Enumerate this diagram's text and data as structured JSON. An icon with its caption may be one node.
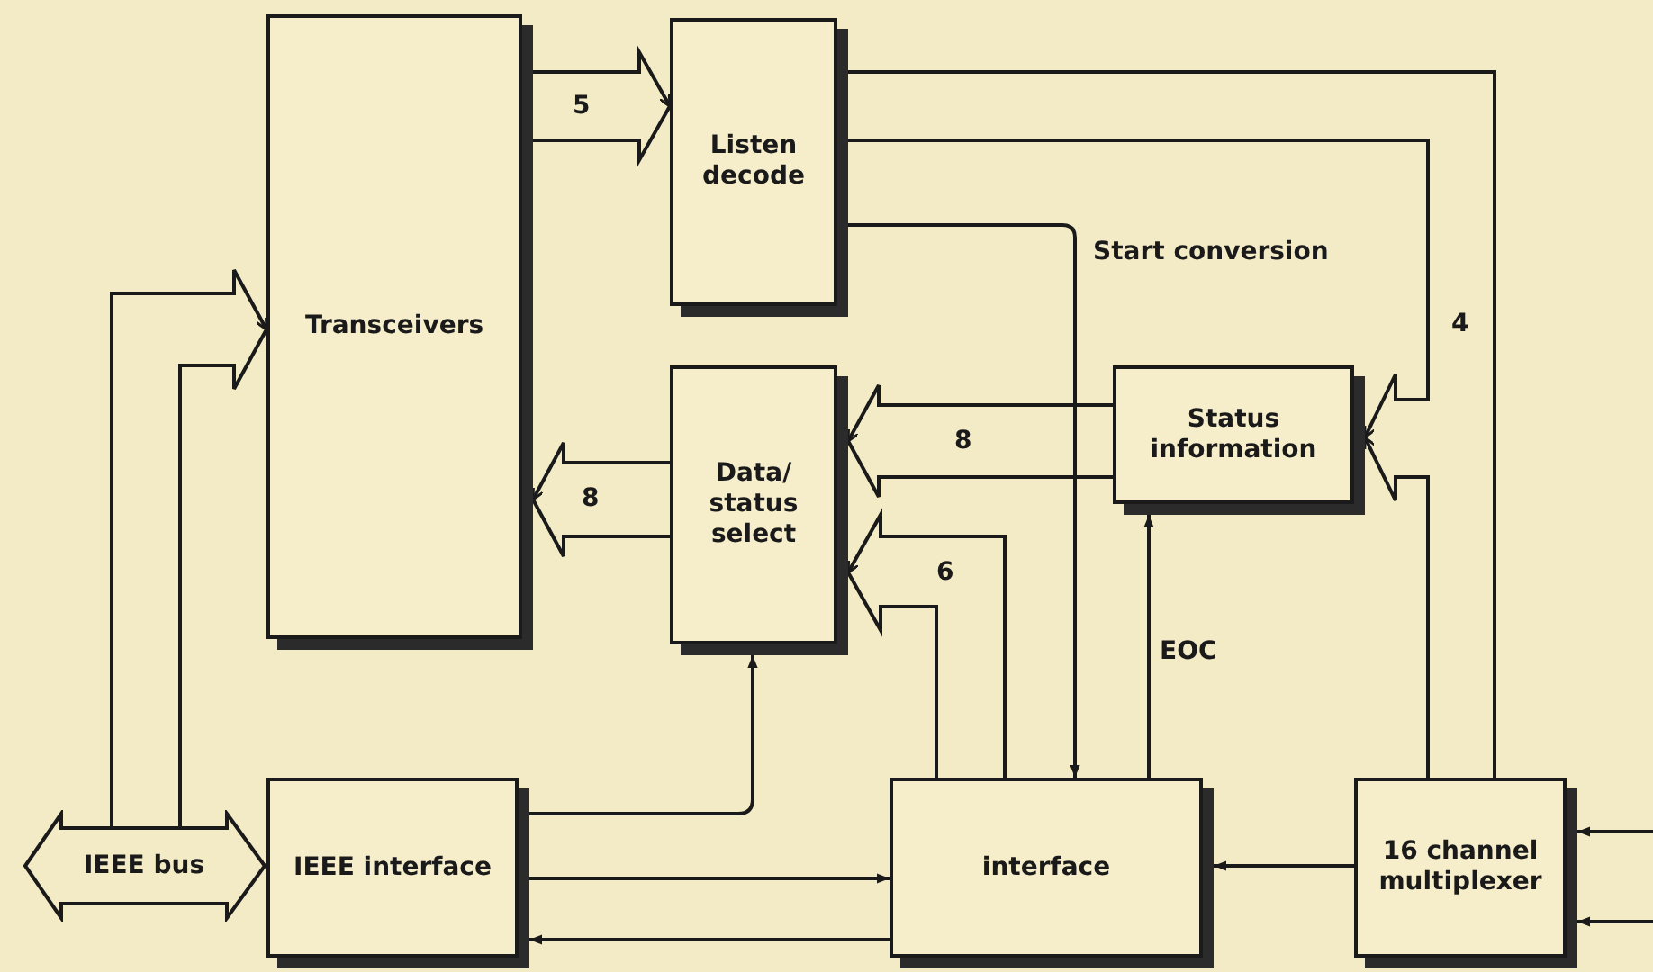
{
  "diagram": {
    "nodes": [
      {
        "text": [
          "Transceivers"
        ]
      },
      {
        "text": [
          "Listen decode"
        ]
      },
      {
        "text": [
          "Data/ status select"
        ]
      },
      {
        "text": [
          "Status information"
        ]
      },
      {
        "text": [
          "IEEE bus"
        ]
      },
      {
        "text": [
          "IEEE interface"
        ]
      },
      {
        "text": [
          "interface"
        ]
      },
      {
        "text": [
          "16 channel multiplexer"
        ]
      }
    ],
    "edges": [
      {
        "from": 0,
        "to": 1,
        "arrow": "to",
        "label": "5"
      },
      {
        "from": 4,
        "to": 0,
        "arrow": "to"
      },
      {
        "from": 2,
        "to": 0,
        "arrow": "to",
        "label": "8"
      },
      {
        "from": 3,
        "to": 2,
        "arrow": "to",
        "label": "8"
      },
      {
        "from": 6,
        "to": 2,
        "arrow": "to",
        "label": "6"
      },
      {
        "from": 1,
        "to": 3,
        "arrow": "to",
        "label": "4"
      },
      {
        "from": 7,
        "to": 3,
        "arrow": "to"
      },
      {
        "from": 1,
        "to": 7,
        "arrow": "none"
      },
      {
        "from": 1,
        "to": 6,
        "arrow": "to",
        "label": "Start conversion"
      },
      {
        "from": 6,
        "to": 3,
        "arrow": "to",
        "label": "EOC"
      },
      {
        "from": 5,
        "to": 2,
        "arrow": "to"
      },
      {
        "from": 5,
        "to": 6,
        "arrow": "to"
      },
      {
        "from": 6,
        "to": 5,
        "arrow": "to"
      },
      {
        "from": 7,
        "to": 6,
        "arrow": "to"
      },
      {
        "from": null,
        "to": 7,
        "arrow": "to"
      },
      {
        "from": null,
        "to": 7,
        "arrow": "to"
      }
    ]
  }
}
